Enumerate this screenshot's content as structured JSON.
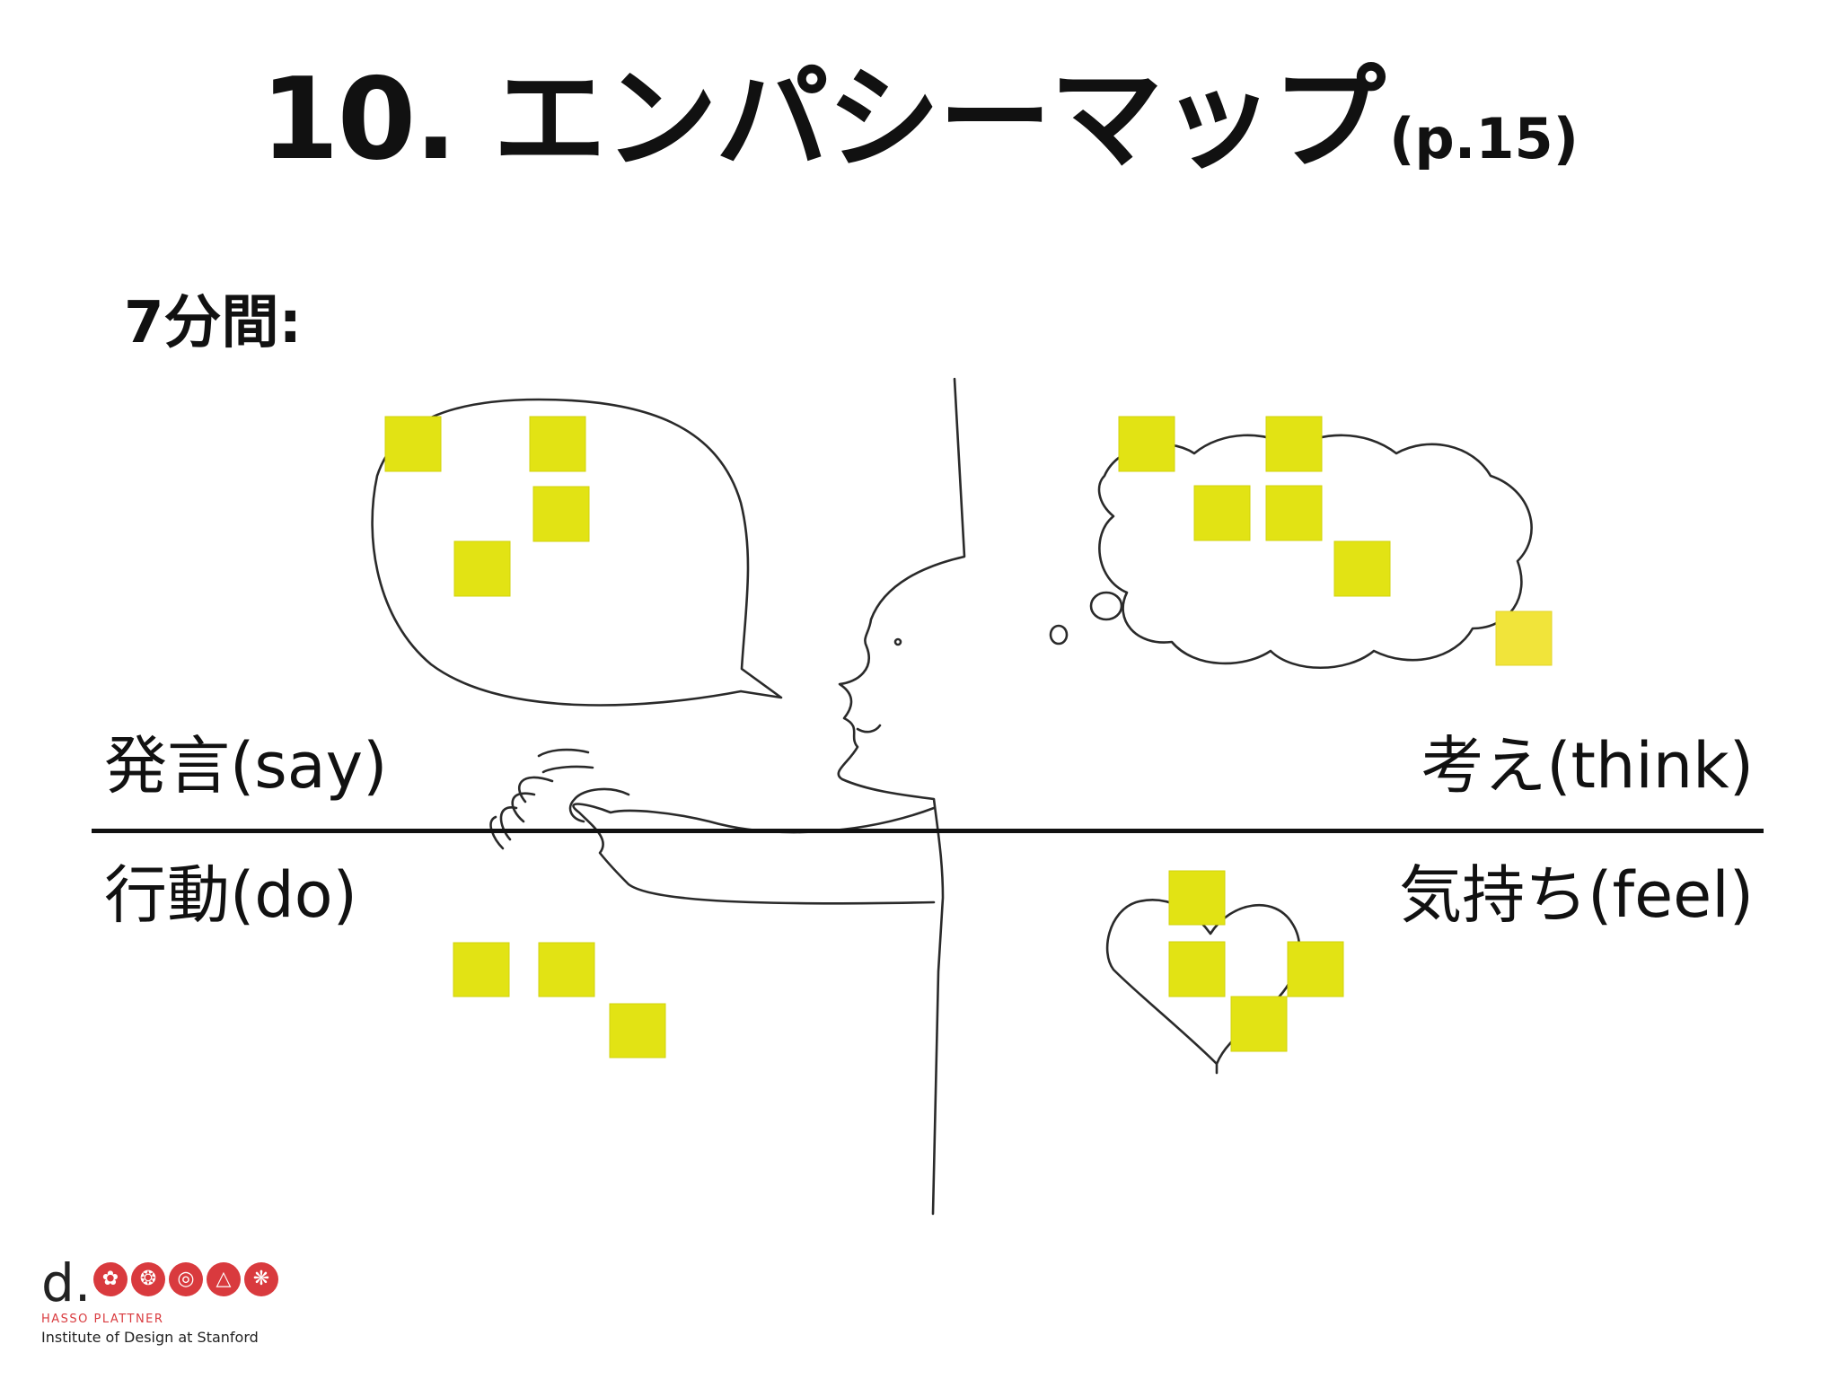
{
  "slide": {
    "title_main": "10. エンパシーマップ",
    "title_sub": "(p.15)",
    "timer": "7分間:",
    "quadrants": {
      "say": "発言(say)",
      "think": "考え(think)",
      "do": "行動(do)",
      "feel": "気持ち(feel)"
    }
  },
  "colors": {
    "sticky_note": "#e2e314",
    "logo_red": "#d93a3e"
  },
  "logo": {
    "prefix": "d.",
    "icons": [
      "flower-icon",
      "dots-circle-icon",
      "target-icon",
      "triangle-icon",
      "snowflake-icon"
    ],
    "line1": "HASSO PLATTNER",
    "line2": "Institute of Design at Stanford"
  }
}
